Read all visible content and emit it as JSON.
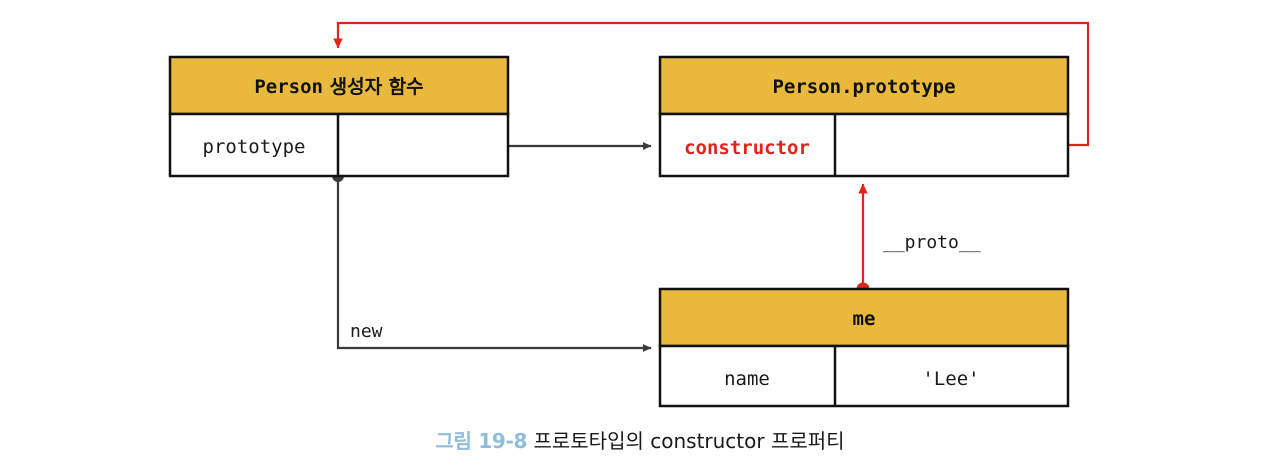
{
  "figure": {
    "caption_number": "그림 19-8",
    "caption_text": "프로토타입의 constructor 프로퍼티",
    "caption_number_color": "#8fbedc"
  },
  "colors": {
    "header_fill": "#e8b93d",
    "box_stroke": "#111111",
    "accent_red": "#e0241c",
    "dark_edge": "#3a3a3a",
    "page_background": "#ffffff"
  },
  "boxes": [
    {
      "id": "person-constructor",
      "title_mono": "Person",
      "title_korean": " 생성자 함수",
      "rows": [
        {
          "key": "prototype",
          "value": ""
        }
      ]
    },
    {
      "id": "person-prototype",
      "title_mono": "Person.prototype",
      "title_korean": "",
      "rows": [
        {
          "key": "constructor",
          "value": ""
        }
      ]
    },
    {
      "id": "me-object",
      "title_mono": "me",
      "title_korean": "",
      "rows": [
        {
          "key": "name",
          "value": "'Lee'"
        }
      ]
    }
  ],
  "edges": [
    {
      "id": "prototype-to-prototype-object",
      "label": "",
      "color": "#3a3a3a"
    },
    {
      "id": "constructor-to-person",
      "label": "",
      "color": "#e0241c"
    },
    {
      "id": "new-instance",
      "label": "new",
      "color": "#3a3a3a"
    },
    {
      "id": "proto-link",
      "label": "__proto__",
      "color": "#e0241c"
    }
  ]
}
